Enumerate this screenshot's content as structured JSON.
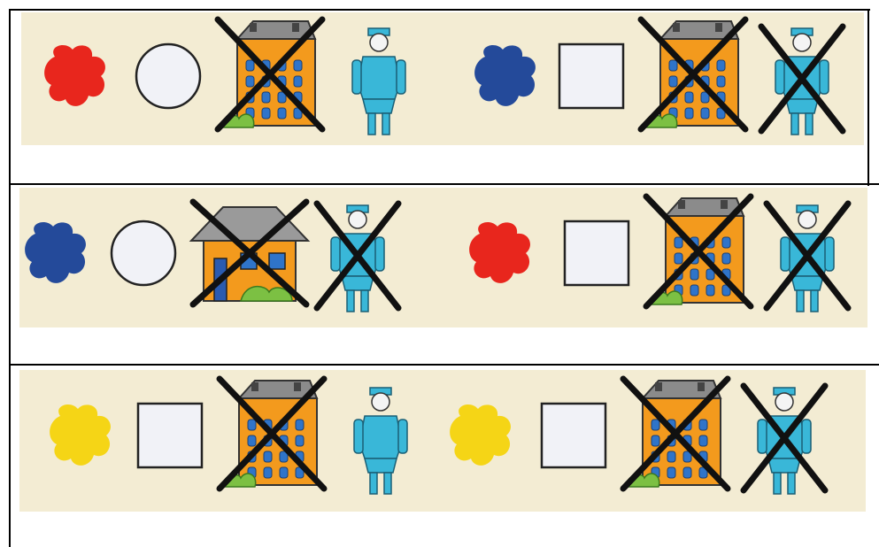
{
  "colors": {
    "band_background": "#f3ecd3",
    "red": "#e8261d",
    "blue": "#244a9a",
    "yellow": "#f5d516",
    "building_orange": "#f39a1d",
    "figure_cyan": "#39b7d8",
    "cross_black": "#111111"
  },
  "rows": [
    {
      "groups": [
        {
          "blob": "red",
          "shape": "circle",
          "building": "apartment",
          "building_crossed": true,
          "figure_crossed": false
        },
        {
          "blob": "blue",
          "shape": "square",
          "building": "apartment",
          "building_crossed": true,
          "figure_crossed": true
        }
      ]
    },
    {
      "groups": [
        {
          "blob": "blue",
          "shape": "circle",
          "building": "house",
          "building_crossed": true,
          "figure_crossed": true
        },
        {
          "blob": "red",
          "shape": "square",
          "building": "apartment",
          "building_crossed": true,
          "figure_crossed": true
        }
      ]
    },
    {
      "groups": [
        {
          "blob": "yellow",
          "shape": "square",
          "building": "apartment",
          "building_crossed": true,
          "figure_crossed": false
        },
        {
          "blob": "yellow",
          "shape": "square",
          "building": "apartment",
          "building_crossed": true,
          "figure_crossed": true
        }
      ]
    }
  ]
}
